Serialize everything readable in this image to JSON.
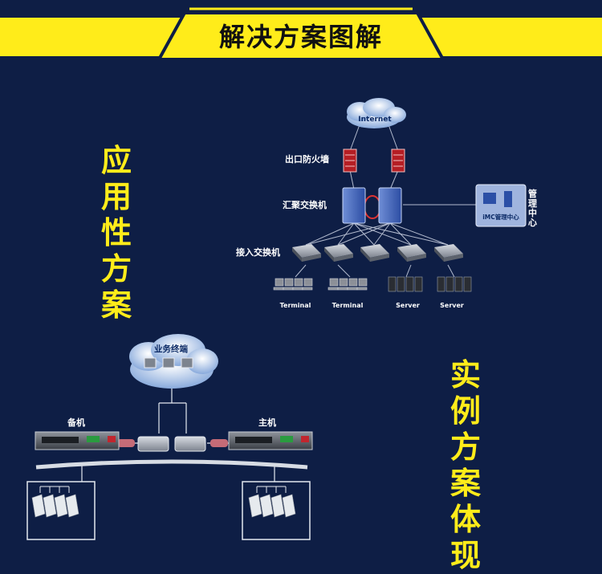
{
  "header": {
    "title": "解决方案图解"
  },
  "side_titles": {
    "application": [
      "应",
      "用",
      "性",
      "方",
      "案"
    ],
    "case": [
      "实",
      "例",
      "方",
      "案",
      "体",
      "现"
    ]
  },
  "network1": {
    "internet": "Internet",
    "firewall_label": "出口防火墙",
    "aggregation_label": "汇聚交换机",
    "access_label": "接入交换机",
    "management_label": "管理中心",
    "imc_label": "iMC管理中心",
    "terminal_label": "Terminal",
    "server_label": "Server"
  },
  "network2": {
    "cloud_label": "业务终端",
    "backup_label": "备机",
    "master_label": "主机"
  },
  "colors": {
    "background": "#0e1e45",
    "accent": "#ffec1a",
    "banner": "#ffec1a"
  }
}
